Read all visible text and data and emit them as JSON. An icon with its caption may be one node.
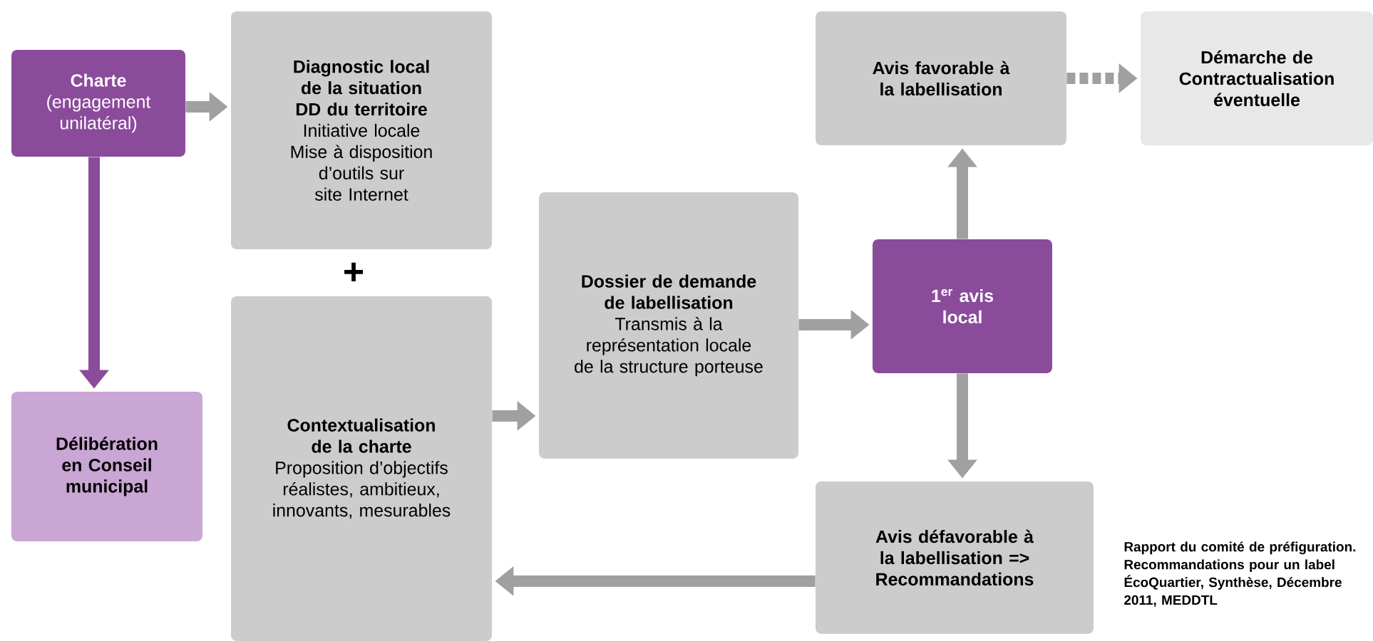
{
  "diagram": {
    "nodes": [
      {
        "text": [
          "Charte",
          "(engagement unilatéral)"
        ]
      },
      {
        "text": [
          "Diagnostic local de la situation DD du territoire",
          "Initiative locale",
          "Mise à disposition d’outils sur site Internet"
        ]
      },
      {
        "text": [
          "Délibération en Conseil municipal"
        ]
      },
      {
        "text": [
          "Contextualisation de la charte",
          "Proposition d’objectifs réalistes, ambitieux, innovants, mesurables"
        ]
      },
      {
        "text": [
          "Dossier de demande de labellisation",
          "Transmis à la représentation locale de la structure porteuse"
        ]
      },
      {
        "text": [
          "1$^{er}$ avis local"
        ]
      },
      {
        "text": [
          "Avis favorable à la labellisation"
        ]
      },
      {
        "text": [
          "Démarche de Contractualisation éventuelle"
        ]
      },
      {
        "text": [
          "Avis défavorable à la labellisation => Recommandations"
        ]
      }
    ],
    "edges": [
      {
        "from": 0,
        "to": 1,
        "arrow": "to"
      },
      {
        "from": 0,
        "to": 2,
        "arrow": "to",
        "color": "#8b4b9b"
      },
      {
        "from": 3,
        "to": 4,
        "arrow": "to"
      },
      {
        "from": 4,
        "to": 5,
        "arrow": "to"
      },
      {
        "from": 5,
        "to": 6,
        "arrow": "to"
      },
      {
        "from": 6,
        "to": 7,
        "arrow": "to",
        "style": "dashed"
      },
      {
        "from": 5,
        "to": 8,
        "arrow": "to"
      },
      {
        "from": 8,
        "to": 3,
        "arrow": "to"
      }
    ],
    "labels": [
      "+",
      "Rapport du comité de préfiguration. Recommandations pour un label ÉcoQuartier, Synthèse, Décembre 2011, MEDDTL"
    ]
  }
}
